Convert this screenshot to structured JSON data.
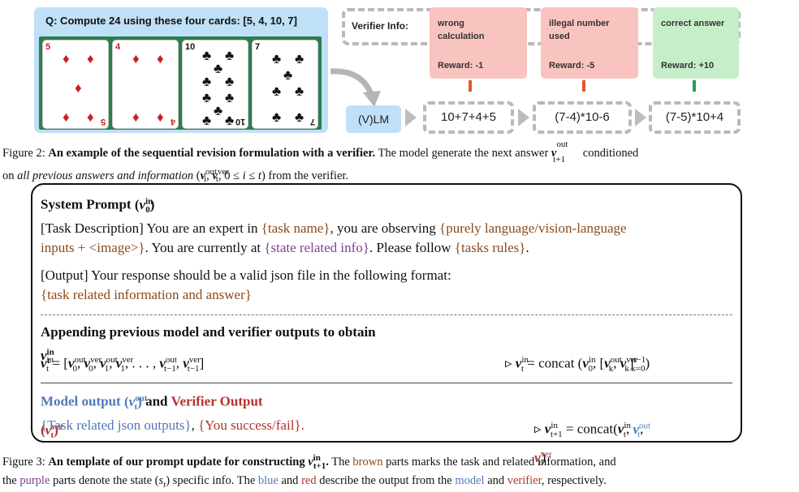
{
  "fig2": {
    "question": "Q: Compute 24 using these four cards: [5, 4, 10, 7]",
    "cards": [
      {
        "rank": "5",
        "suit": "♦",
        "color": "#cc1f1f"
      },
      {
        "rank": "4",
        "suit": "♦",
        "color": "#cc1f1f"
      },
      {
        "rank": "10",
        "suit": "♣",
        "color": "#111111"
      },
      {
        "rank": "7",
        "suit": "♣",
        "color": "#111111"
      }
    ],
    "verifier_label": "Verifier Info:",
    "verifier_boxes": [
      {
        "title_l1": "wrong",
        "title_l2": "calculation",
        "reward": "Reward: -1",
        "bg": "#f9c4c0",
        "tick": "#e4572e"
      },
      {
        "title_l1": "illegal number",
        "title_l2": "used",
        "reward": "Reward: -5",
        "bg": "#f9c4c0",
        "tick": "#e4572e"
      },
      {
        "title_l1": "correct answer",
        "title_l2": "",
        "reward": "Reward: +10",
        "bg": "#c6efc9",
        "tick": "#1fa25a"
      }
    ],
    "model_label": "(V)LM",
    "answers": [
      "10+7+4+5",
      "(7-4)*10-6",
      "(7-5)*10+4"
    ]
  },
  "caption2": {
    "prefix": "Figure 2: ",
    "bold": "An example of the sequential revision formulation with a verifier.",
    "rest1": " The model generate the next answer ",
    "rest2": " conditioned",
    "line2_a": "on ",
    "line2_italic": "all previous answers and information",
    "line2_b": " from the verifier."
  },
  "prompt": {
    "sys_title": "System Prompt",
    "task_desc_label": "[Task Description]",
    "t1": " You are an expert in ",
    "task_name": "{task name}",
    "t2": ", you are observing ",
    "inputs": "{purely language/vision-language",
    "inputs2": "inputs + <image>}",
    "t3": ". You are currently at ",
    "state": "{state related info}",
    "t4": ". Please follow ",
    "rules": "{tasks rules}",
    "t5": ".",
    "output_label": "[Output]",
    "output_text": " Your response should be a valid json file in the following format:",
    "output_fmt": "{task related information and answer}",
    "append_title": "Appending previous model and verifier outputs to obtain",
    "concat_word": "concat",
    "model_out_title": "Model output",
    "and_word": "and",
    "verifier_out_title": "Verifier Output",
    "json_out": "{Task related json outputs}",
    "comma": ", ",
    "success": "{You success/fail}",
    "period": "."
  },
  "caption3": {
    "prefix": "Figure 3: ",
    "bold": "An template of our prompt update for constructing",
    "r1": " The ",
    "brown": "brown",
    "r2": " parts marks the task and related information, and",
    "l2a": "the ",
    "purple": "purple",
    "l2b": " parts denote the state ",
    "l2c": " specific info. The ",
    "blue": "blue",
    "and": " and ",
    "red": "red",
    "l2d": " describe the output from the ",
    "model": "model",
    "l2e": " and ",
    "verifier": "verifier",
    "l2f": ", respectively."
  }
}
